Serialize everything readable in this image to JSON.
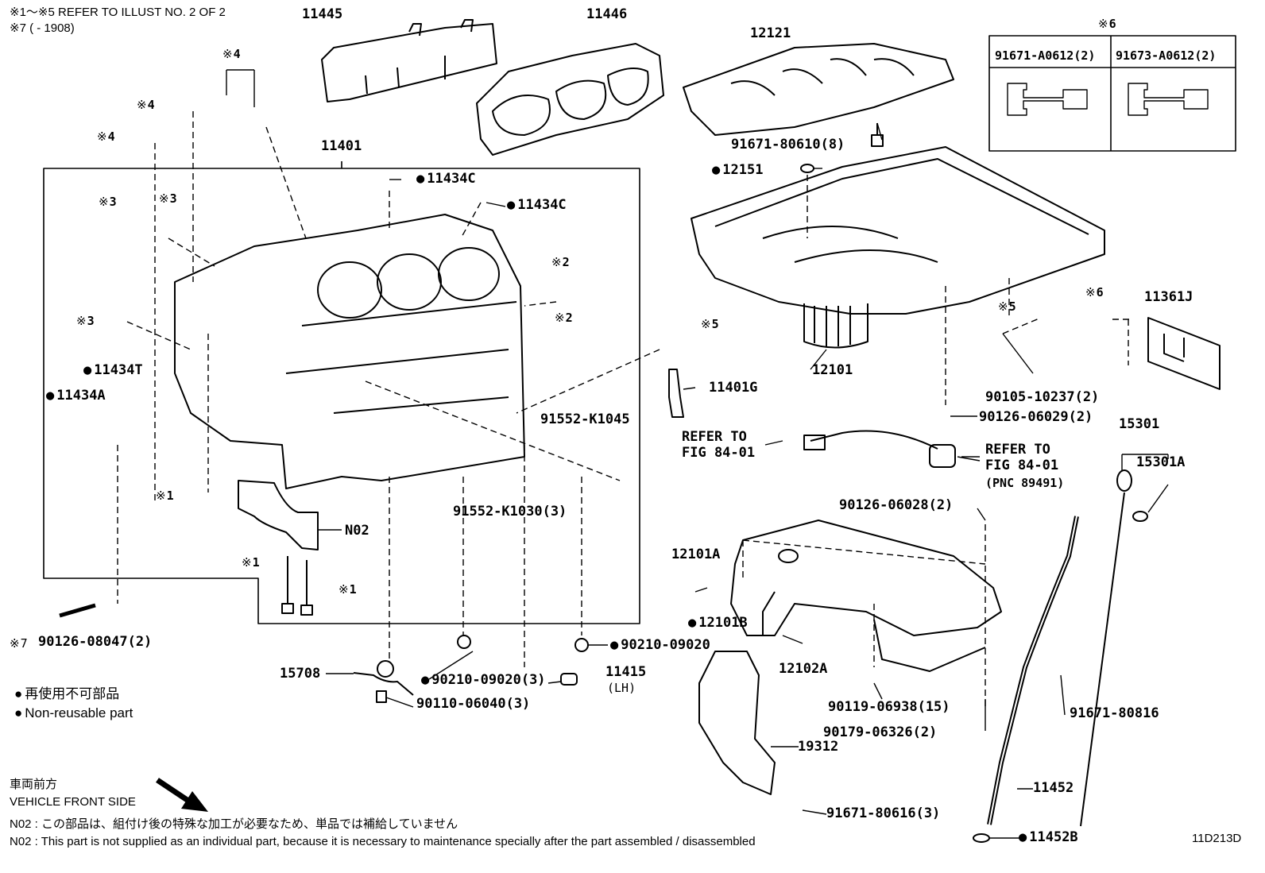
{
  "header": {
    "note1": "※1～※5 REFER TO ILLUST NO. 2 OF 2",
    "note2": "※7 (       - 1908)"
  },
  "block_labels": {
    "p11445": "11445",
    "p11446": "11446",
    "p12121": "12121",
    "p11401": "11401",
    "p11434c_a": "11434C",
    "p11434c_b": "11434C",
    "p11434t": "11434T",
    "p11434a": "11434A",
    "p91671_80610": "91671-80610(8)",
    "p12151": "12151",
    "p12101": "12101",
    "p11401g": "11401G",
    "p11361j": "11361J",
    "p90105": "90105-10237(2)",
    "p90126_06029": "90126-06029(2)",
    "p91552_k1045": "91552-K1045",
    "p91552_k1030": "91552-K1030(3)",
    "pN02": "N02",
    "p90126_08047": "90126-08047(2)",
    "p15708": "15708",
    "p90210_a": "90210-09020(3)",
    "p90210_b": "90210-09020",
    "p11415": "11415",
    "p11415_lh": "(LH)",
    "p90110": "90110-06040(3)",
    "p90126_06028": "90126-06028(2)",
    "p12101a": "12101A",
    "p12101b": "12101B",
    "p12102a": "12102A",
    "p90119": "90119-06938(15)",
    "p90179": "90179-06326(2)",
    "p19312": "19312",
    "p91671_80616": "91671-80616(3)",
    "p91671_80816": "91671-80816",
    "p11452": "11452",
    "p11452b": "11452B",
    "p15301": "15301",
    "p15301a": "15301A"
  },
  "refs": {
    "r4_top": "4",
    "r4_a": "4",
    "r4_b": "4",
    "r3_a": "3",
    "r3_b": "3",
    "r3_c": "3",
    "r2_a": "2",
    "r2_b": "2",
    "r1_a": "1",
    "r1_b": "1",
    "r1_c": "1",
    "r5_a": "5",
    "r5_b": "5",
    "r6_a": "6",
    "r6_b": "6",
    "r7": "7"
  },
  "refer_boxes": {
    "left_line1": "REFER TO",
    "left_line2": "FIG 84-01",
    "right_line1": "REFER TO",
    "right_line2": "FIG 84-01",
    "right_line3": "(PNC 89491)"
  },
  "inset_table": {
    "col1": "91671-A0612(2)",
    "col2": "91673-A0612(2)"
  },
  "legend": {
    "jp": "再使用不可部品",
    "en": "Non-reusable part"
  },
  "front": {
    "jp": "車両前方",
    "en": "VEHICLE FRONT SIDE"
  },
  "footnote": {
    "jp": "N02 : この部品は、組付け後の特殊な加工が必要なため、単品では補給していません",
    "en": "N02 : This part is not supplied as an individual part, because it is necessary to maintenance specially after the part assembled / disassembled"
  },
  "code": "11D213D"
}
